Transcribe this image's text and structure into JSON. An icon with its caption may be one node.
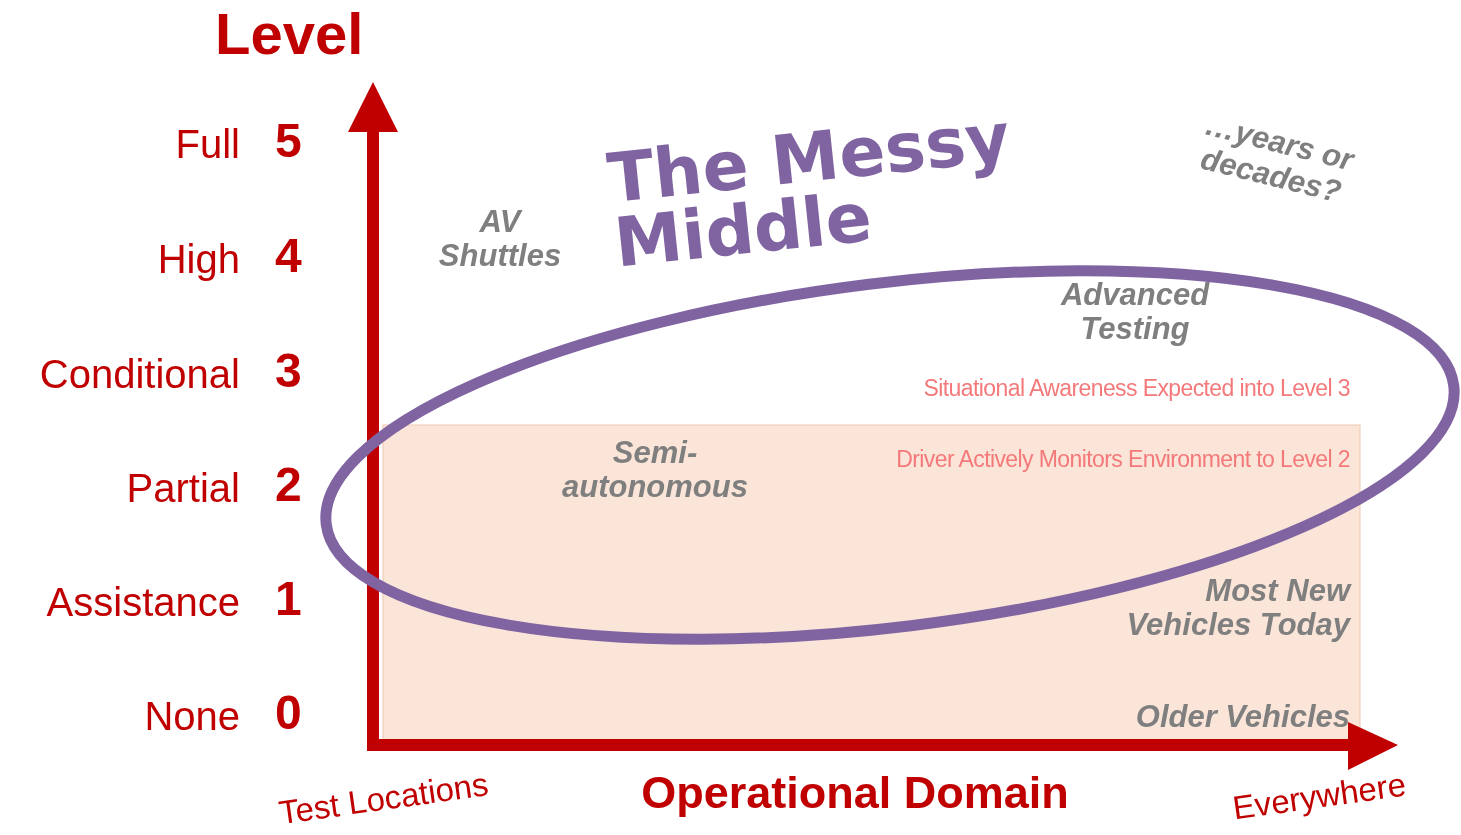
{
  "diagram": {
    "labels": [
      "Level",
      "Full",
      "5",
      "High",
      "4",
      "Conditional",
      "3",
      "Partial",
      "2",
      "Assistance",
      "1",
      "None",
      "0",
      "…years or decades?",
      "The Messy Middle",
      "AV Shuttles",
      "Advanced Testing",
      "Situational Awareness Expected into Level 3",
      "Semi-autonomous",
      "Driver Actively Monitors Environment to Level 2",
      "Most New Vehicles Today",
      "Older Vehicles",
      "Test Locations",
      "Operational Domain",
      "Everywhere"
    ]
  }
}
